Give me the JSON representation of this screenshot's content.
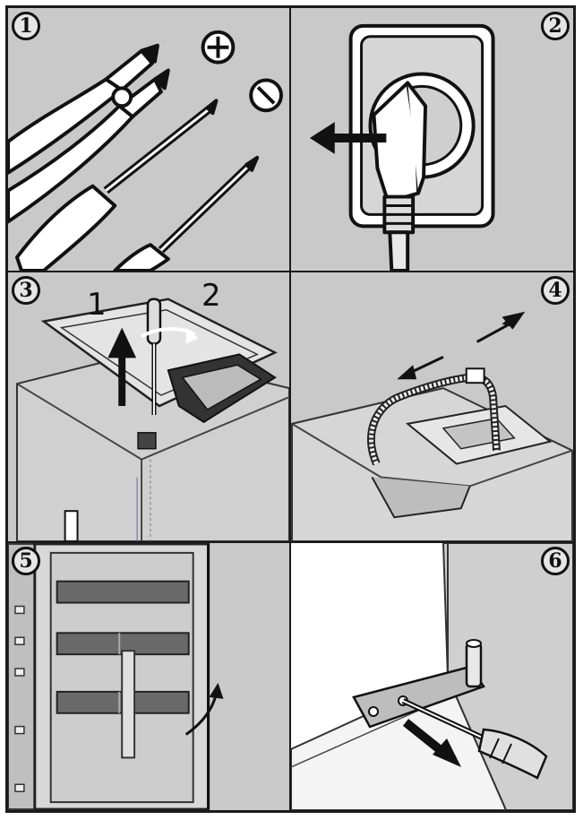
{
  "steps": [
    {
      "number": "1"
    },
    {
      "number": "2"
    },
    {
      "number": "3",
      "labels": [
        "1",
        "2"
      ]
    },
    {
      "number": "4"
    },
    {
      "number": "5"
    },
    {
      "number": "6"
    }
  ],
  "colors": {
    "panel_background": "#c9c9c9",
    "line": "#1a1a1a",
    "highlight": "#ffffff"
  },
  "icons": [
    "plus-icon",
    "minus-icon",
    "pliers-icon",
    "screwdriver-icon",
    "plug-icon",
    "socket-icon",
    "arrow-icon"
  ]
}
